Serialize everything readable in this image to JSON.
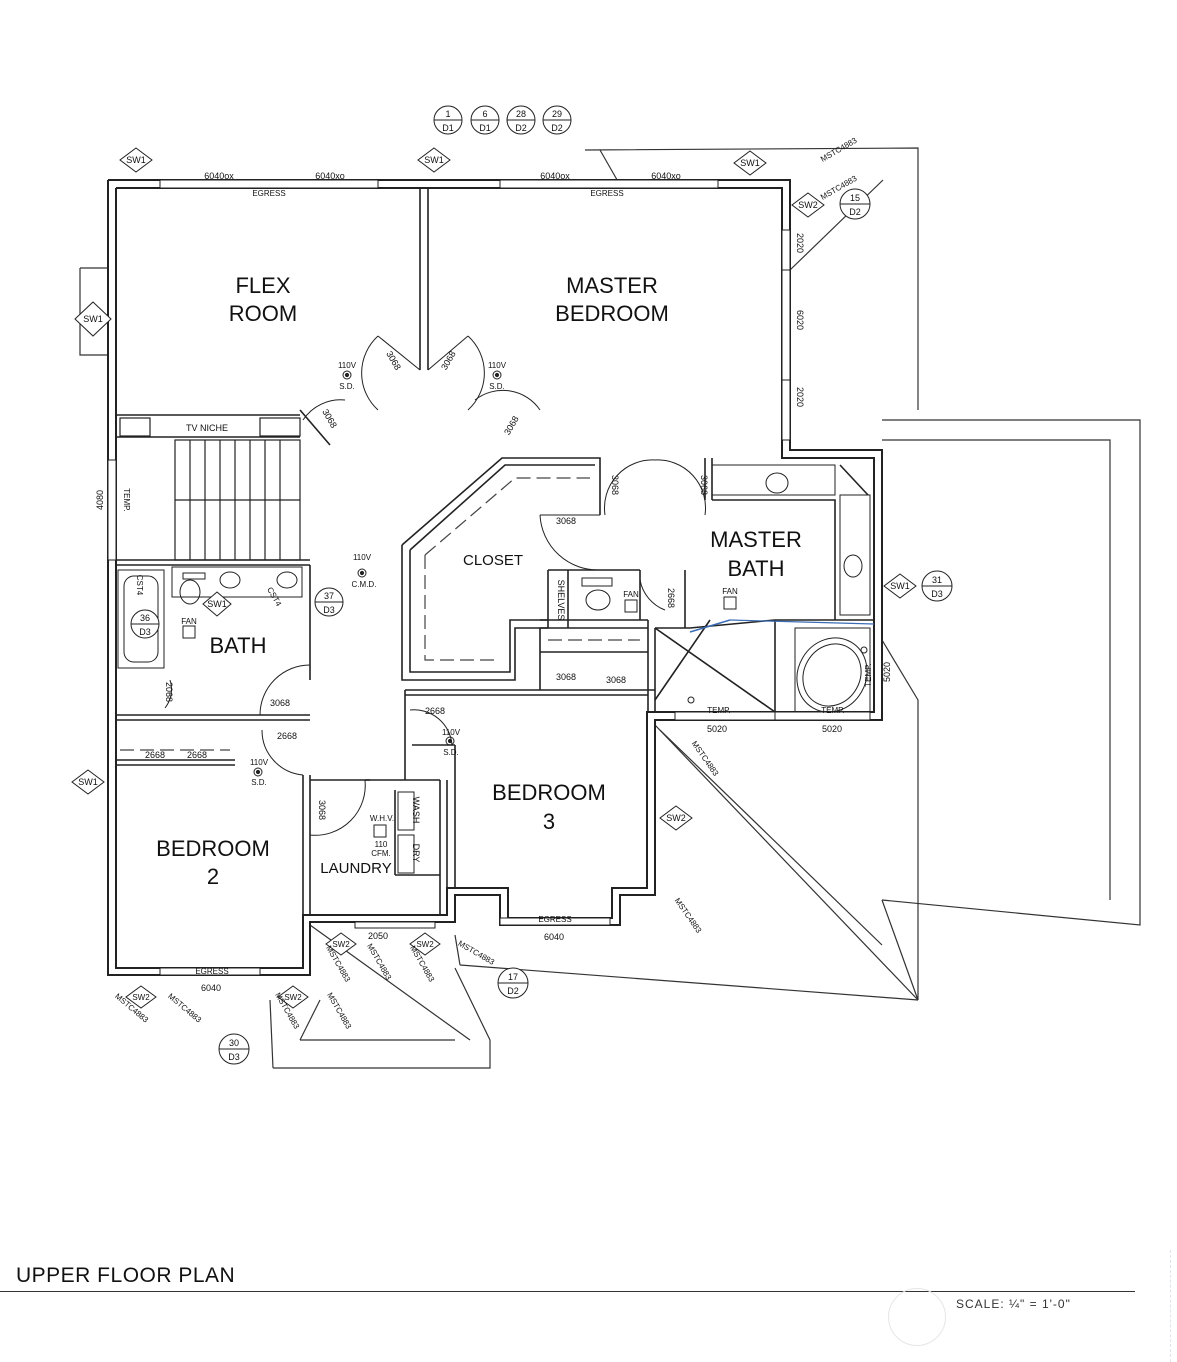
{
  "rooms": {
    "flex_line1": "FLEX",
    "flex_line2": "ROOM",
    "master_bed_line1": "MASTER",
    "master_bed_line2": "BEDROOM",
    "master_bath_line1": "MASTER",
    "master_bath_line2": "BATH",
    "closet": "CLOSET",
    "bath": "BATH",
    "bedroom2_line1": "BEDROOM",
    "bedroom2_line2": "2",
    "bedroom3_line1": "BEDROOM",
    "bedroom3_line2": "3",
    "laundry": "LAUNDRY"
  },
  "fixtures": {
    "tv_niche": "TV NICHE",
    "shelves": "SHELVES",
    "wash": "WASH",
    "dry": "DRY",
    "whv": "W.H.V.",
    "cfm110": "110",
    "cfm": "CFM.",
    "fan": "FAN",
    "volt": "110V",
    "sd": "S.D.",
    "cmd": "C.M.D.",
    "temp": "TEMP.",
    "egress": "EGRESS",
    "cst4": "CST4"
  },
  "openings": {
    "w6040ox": "6040ox",
    "w6040xo": "6040xo",
    "w6040": "6040",
    "w2020": "2020",
    "w6020": "6020",
    "w5020": "5020",
    "w4080": "4080",
    "w2050": "2050",
    "d3068": "3068",
    "d2668": "2668",
    "d2068": "2068"
  },
  "tags": {
    "sw1": "SW1",
    "sw2": "SW2",
    "mstc": "MSTC4883"
  },
  "callouts": {
    "c1_num": "1",
    "c1_sheet": "D1",
    "c6_num": "6",
    "c6_sheet": "D1",
    "c28_num": "28",
    "c28_sheet": "D2",
    "c29_num": "29",
    "c29_sheet": "D2",
    "c15_num": "15",
    "c15_sheet": "D2",
    "c31_num": "31",
    "c31_sheet": "D3",
    "c36_num": "36",
    "c36_sheet": "D3",
    "c37_num": "37",
    "c37_sheet": "D3",
    "c17_num": "17",
    "c17_sheet": "D2",
    "c30_num": "30",
    "c30_sheet": "D3"
  },
  "title": "UPPER FLOOR PLAN",
  "scale": "SCALE:  ¼\" =  1'-0\""
}
